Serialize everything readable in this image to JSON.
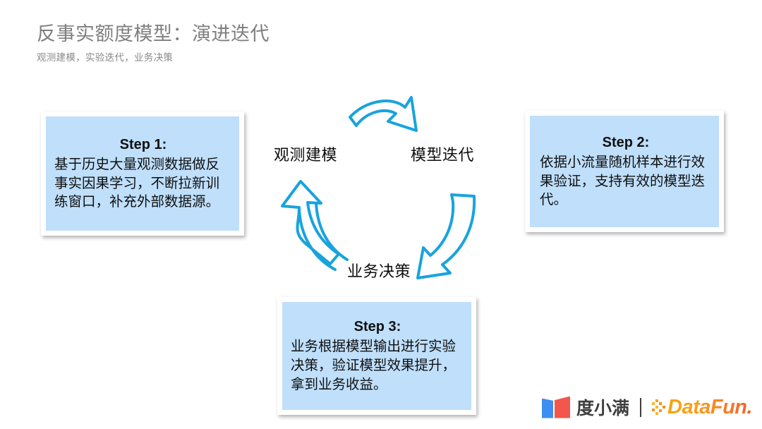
{
  "header": {
    "title": "反事实额度模型：演进迭代",
    "subtitle": "观测建模，实验迭代，业务决策",
    "title_color": "#7f7f7f"
  },
  "steps": [
    {
      "id": "step-1",
      "heading": "Step 1:",
      "body": "基于历史大量观测数据做反事实因果学习，不断拉新训练窗口，补充外部数据源。",
      "fill_color": "#bfdffb"
    },
    {
      "id": "step-2",
      "heading": "Step 2:",
      "body": "依据小流量随机样本进行效果验证，支持有效的模型迭代。",
      "fill_color": "#bfdffb"
    },
    {
      "id": "step-3",
      "heading": "Step 3:",
      "body": "业务根据模型输出进行实验决策，验证模型效果提升，拿到业务收益。",
      "fill_color": "#bfdffb"
    }
  ],
  "cycle": {
    "arrow_color": "#19a3dd",
    "labels": {
      "observe": "观测建模",
      "iterate": "模型迭代",
      "decide": "业务决策"
    },
    "arrows": [
      {
        "name": "arrow-observe-to-iterate",
        "direction": "top-right"
      },
      {
        "name": "arrow-iterate-to-decide",
        "direction": "right-down"
      },
      {
        "name": "arrow-decide-to-observe",
        "direction": "left-up"
      }
    ]
  },
  "footer": {
    "duxiaoman": {
      "text": "度小满",
      "mark_blue": "#3d8ef0",
      "mark_red": "#f2564c"
    },
    "divider": "|",
    "datafun": {
      "text": "DataFun.",
      "color": "#f5932a"
    }
  }
}
